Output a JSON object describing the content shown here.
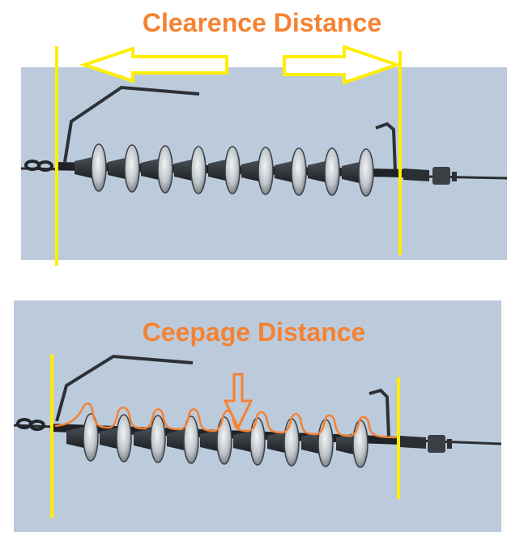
{
  "panels": {
    "top": {
      "label": "Clearence Distance",
      "disc_count": 9
    },
    "bottom": {
      "label": "Ceepage Distance",
      "disc_count": 9
    }
  },
  "colors": {
    "sky": "#bccbdc",
    "annotation_yellow": "#ffee00",
    "label_orange": "#f58232",
    "insulator_dark": "#2b2f33",
    "disc_glass": "#d9dde0"
  },
  "icons": [
    "left-arrow-icon",
    "right-arrow-icon",
    "down-arrow-icon"
  ]
}
